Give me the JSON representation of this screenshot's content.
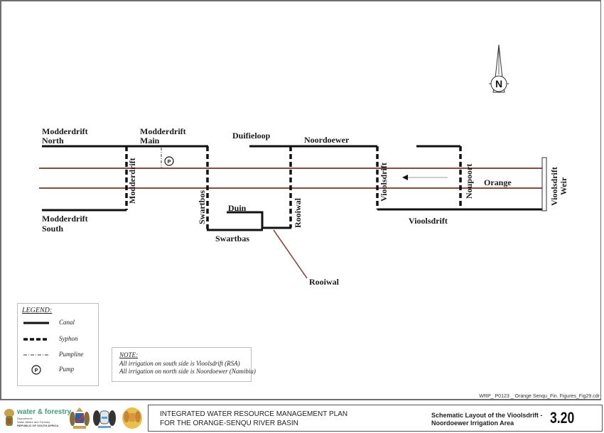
{
  "diagram": {
    "north_label": "N",
    "river": {
      "name": "Orange",
      "color": "#8b4a3c"
    },
    "canal_labels": {
      "modderdrift_north": [
        "Modderdrift",
        "North"
      ],
      "modderdrift_main": [
        "Modderdrift",
        "Main"
      ],
      "modderdrift_south": [
        "Modderdrift",
        "South"
      ],
      "duifieloop": "Duifieloop",
      "noordoewer": "Noordoewer",
      "duin": "Duin",
      "swartbas": "Swartbas",
      "rooiwal": "Rooiwal",
      "vioolsdrift": "Vioolsdrift"
    },
    "syphon_labels": {
      "modderdrift": "Modderdrift",
      "swartbos": "Swartbos",
      "rooiwal": "Rooiwal",
      "vioolsdrift": "Vioolsdrift",
      "noupoort": "Noupoort"
    },
    "weir_label": [
      "Vioolsdrift",
      "Weir"
    ],
    "pump_symbol": "P"
  },
  "legend": {
    "title": "LEGEND:",
    "items": [
      {
        "type": "canal",
        "label": "Canal"
      },
      {
        "type": "syphon",
        "label": "Syphon"
      },
      {
        "type": "pumpline",
        "label": "Pumpline"
      },
      {
        "type": "pump",
        "label": "Pump",
        "symbol": "P"
      }
    ]
  },
  "note": {
    "title": "NOTE:",
    "lines": [
      "All irrigation on south side is Vioolsdrift (RSA)",
      "All irrigation on north side is Noordoewer (Namibia)"
    ]
  },
  "footer": {
    "file_ref": "WRP_ P0123 _ Orange Senqu_Fin. Figures_Fig29.cdr",
    "logo_text": "water & forestry",
    "logo_sub": [
      "Department:",
      "Water Affairs and Forestry",
      "REPUBLIC OF SOUTH AFRICA"
    ],
    "plan_title": [
      "INTEGRATED WATER RESOURCE MANAGEMENT PLAN",
      "FOR THE ORANGE-SENQU RIVER BASIN"
    ],
    "figure_title": [
      "Schematic Layout of the Vioolsdrift -",
      "Noordoewer Irrigation Area"
    ],
    "figure_number": "3.20"
  }
}
